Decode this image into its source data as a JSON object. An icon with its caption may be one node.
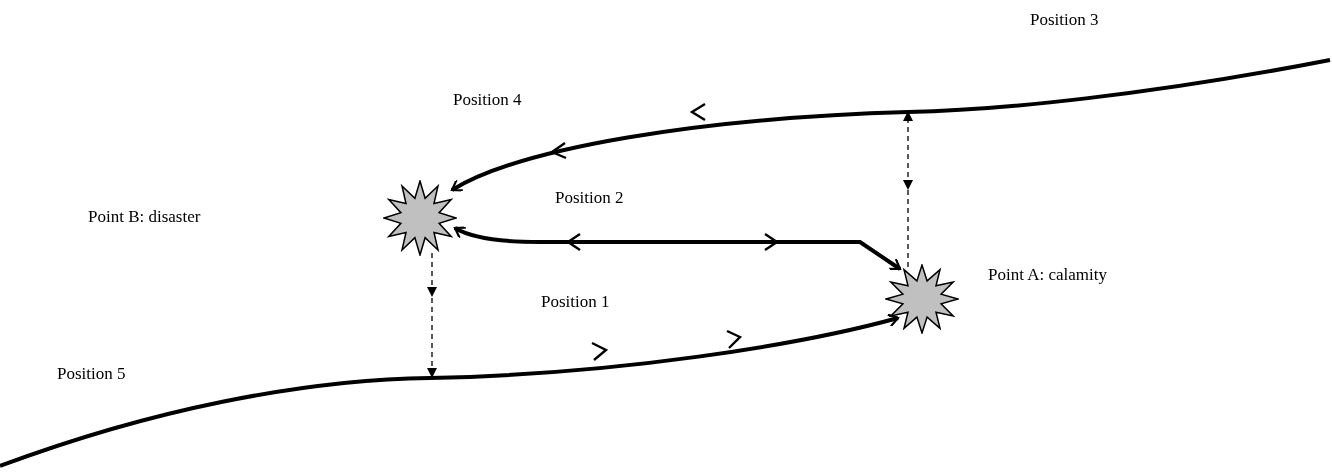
{
  "diagram": {
    "nodes": [
      {
        "text": [],
        "shape": "starburst"
      },
      {
        "text": [],
        "shape": "starburst"
      }
    ],
    "edges": [
      {
        "from": null,
        "to": 1,
        "arrow": "to"
      },
      {
        "from": 0,
        "to": 1,
        "arrow": "both"
      },
      {
        "from": null,
        "to": 0,
        "arrow": "to"
      },
      {
        "from": 1,
        "to": null,
        "arrow": "to",
        "style": "dashed"
      },
      {
        "from": 0,
        "to": null,
        "arrow": "to",
        "style": "dashed"
      }
    ],
    "labels": [
      "Position 3",
      "Position 4",
      "Point B: disaster",
      "Position 2",
      "Point A: calamity",
      "Position 1",
      "Position 5"
    ]
  }
}
